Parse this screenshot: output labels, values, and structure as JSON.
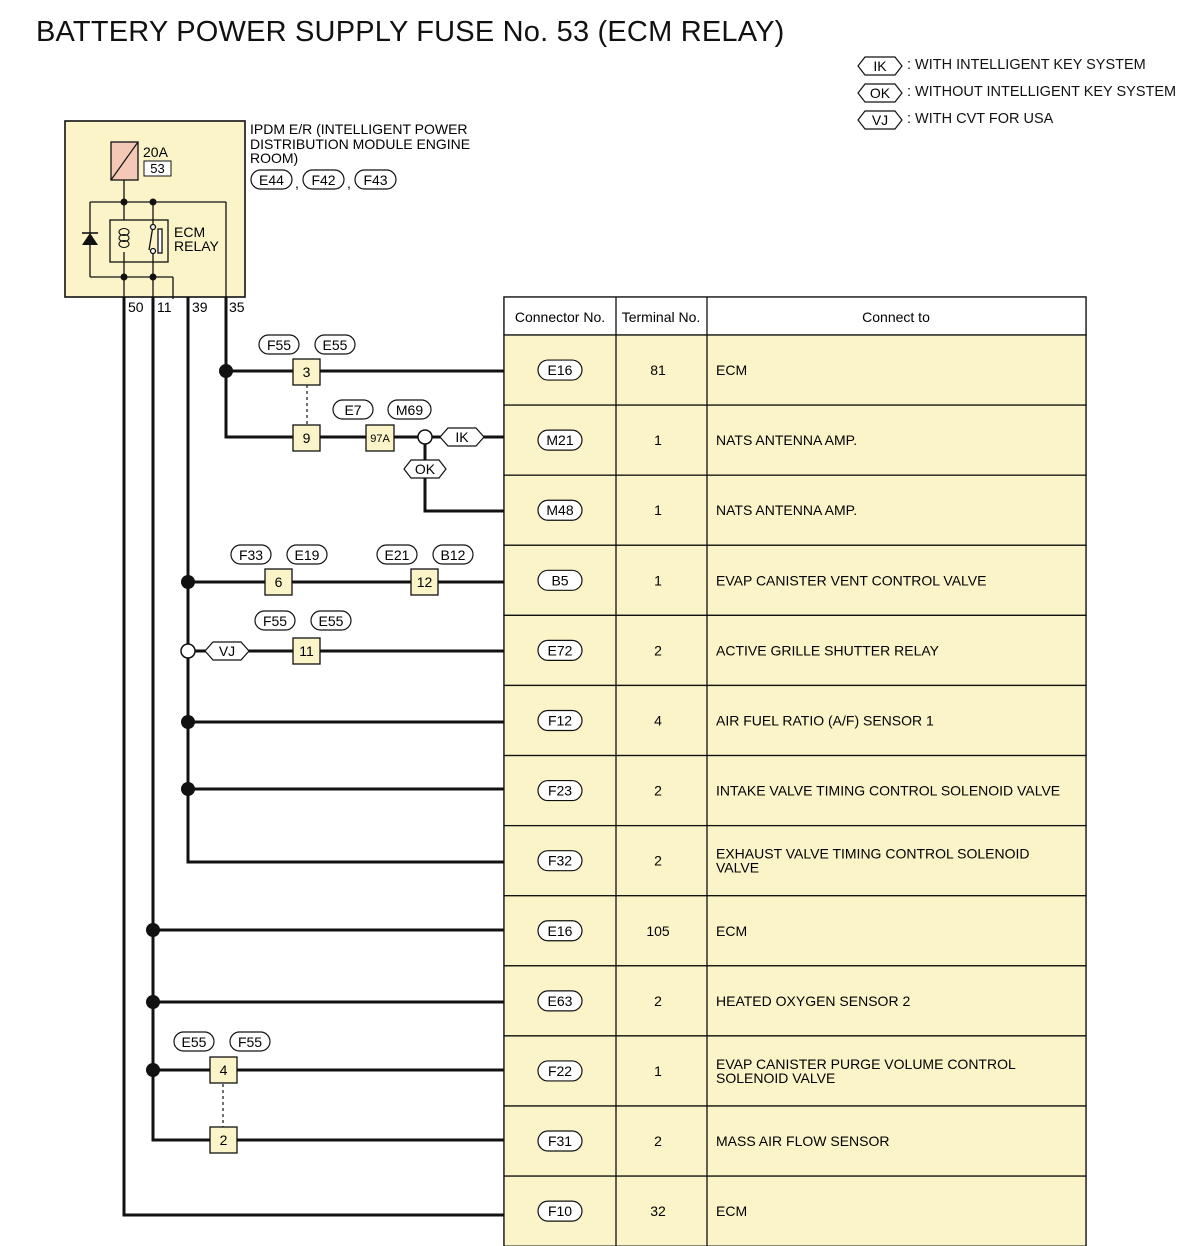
{
  "title": "BATTERY POWER SUPPLY FUSE No. 53 (ECM RELAY)",
  "legend": [
    {
      "code": "IK",
      "text": ": WITH INTELLIGENT KEY SYSTEM"
    },
    {
      "code": "OK",
      "text": ": WITHOUT INTELLIGENT KEY SYSTEM"
    },
    {
      "code": "VJ",
      "text": ": WITH CVT FOR USA"
    }
  ],
  "ipdm": {
    "label_lines": [
      "IPDM E/R (INTELLIGENT POWER",
      "DISTRIBUTION MODULE ENGINE",
      "ROOM)"
    ],
    "connectors": [
      "E44",
      "F42",
      "F43"
    ],
    "fuse_rating": "20A",
    "fuse_number": "53",
    "relay_label_lines": [
      "ECM",
      "RELAY"
    ],
    "terminals": [
      "50",
      "11",
      "39",
      "35"
    ]
  },
  "inline": {
    "c3": "3",
    "c9": "9",
    "c97a": "97A",
    "c6": "6",
    "c12": "12",
    "c11": "11",
    "c4": "4",
    "c2": "2",
    "f55a": "F55",
    "e55a": "E55",
    "e7": "E7",
    "m69": "M69",
    "f33": "F33",
    "e19": "E19",
    "e21": "E21",
    "b12": "B12",
    "f55b": "F55",
    "e55b": "E55",
    "e55c": "E55",
    "f55c": "F55",
    "ik": "IK",
    "ok": "OK",
    "vj": "VJ"
  },
  "table": {
    "headers": [
      "Connector No.",
      "Terminal No.",
      "Connect to"
    ],
    "rows": [
      {
        "connector": "E16",
        "terminal": "81",
        "lines": [
          "ECM"
        ]
      },
      {
        "connector": "M21",
        "terminal": "1",
        "lines": [
          "NATS ANTENNA AMP."
        ]
      },
      {
        "connector": "M48",
        "terminal": "1",
        "lines": [
          "NATS ANTENNA AMP."
        ]
      },
      {
        "connector": "B5",
        "terminal": "1",
        "lines": [
          "EVAP CANISTER VENT CONTROL VALVE"
        ]
      },
      {
        "connector": "E72",
        "terminal": "2",
        "lines": [
          "ACTIVE GRILLE SHUTTER RELAY"
        ]
      },
      {
        "connector": "F12",
        "terminal": "4",
        "lines": [
          "AIR FUEL RATIO (A/F) SENSOR 1"
        ]
      },
      {
        "connector": "F23",
        "terminal": "2",
        "lines": [
          "INTAKE VALVE TIMING CONTROL SOLENOID VALVE"
        ]
      },
      {
        "connector": "F32",
        "terminal": "2",
        "lines": [
          "EXHAUST VALVE TIMING CONTROL SOLENOID",
          "VALVE"
        ]
      },
      {
        "connector": "E16",
        "terminal": "105",
        "lines": [
          "ECM"
        ]
      },
      {
        "connector": "E63",
        "terminal": "2",
        "lines": [
          "HEATED OXYGEN SENSOR 2"
        ]
      },
      {
        "connector": "F22",
        "terminal": "1",
        "lines": [
          "EVAP CANISTER PURGE VOLUME CONTROL",
          "SOLENOID VALVE"
        ]
      },
      {
        "connector": "F31",
        "terminal": "2",
        "lines": [
          "MASS AIR FLOW SENSOR"
        ]
      },
      {
        "connector": "F10",
        "terminal": "32",
        "lines": [
          "ECM"
        ]
      }
    ]
  },
  "colors": {
    "fill": "#fbf4c8",
    "fuse": "#f4c8b6",
    "line": "#111111"
  }
}
